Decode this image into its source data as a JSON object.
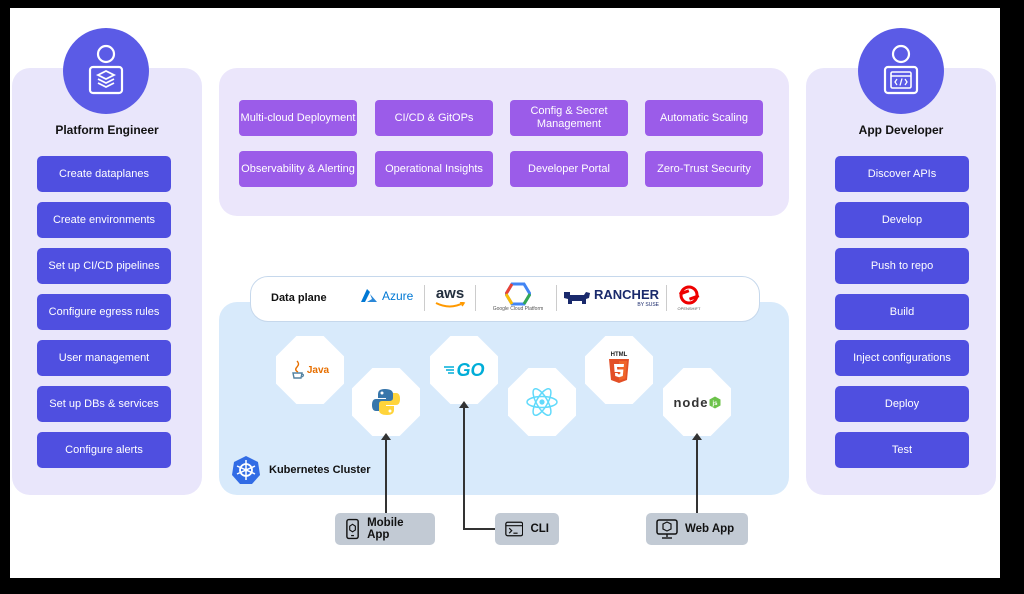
{
  "platform_engineer": {
    "title": "Platform Engineer",
    "icon": "layers-persona-icon",
    "actions": [
      "Create dataplanes",
      "Create environments",
      "Set up CI/CD pipelines",
      "Configure egress rules",
      "User management",
      "Set up DBs & services",
      "Configure alerts"
    ]
  },
  "app_developer": {
    "title": "App Developer",
    "icon": "code-window-persona-icon",
    "actions": [
      "Discover APIs",
      "Develop",
      "Push to repo",
      "Build",
      "Inject configurations",
      "Deploy",
      "Test"
    ]
  },
  "features": {
    "row1": [
      "Multi-cloud Deployment",
      "CI/CD & GitOPs",
      "Config & Secret Management",
      "Automatic Scaling"
    ],
    "row2": [
      "Observability & Alerting",
      "Operational Insights",
      "Developer Portal",
      "Zero-Trust Security"
    ]
  },
  "data_plane": {
    "label": "Data plane",
    "providers": {
      "azure": "Azure",
      "aws": "aws",
      "gcp": "Google Cloud Platform",
      "rancher": "RANCHER",
      "rancher_sub": "BY SUSE",
      "openshift": "OPENSHIFT"
    }
  },
  "runtimes": {
    "java": "Java",
    "go": "GO",
    "html": "HTML",
    "node": "node"
  },
  "cluster": {
    "label": "Kubernetes Cluster"
  },
  "clients": {
    "mobile": "Mobile App",
    "cli": "CLI",
    "web": "Web App"
  },
  "colors": {
    "persona": "#5b5be6",
    "action": "#4f4fe0",
    "feature": "#9b5ce9",
    "cluster_bg": "#d8eafb",
    "panel_bg": "#e9e6fb"
  }
}
